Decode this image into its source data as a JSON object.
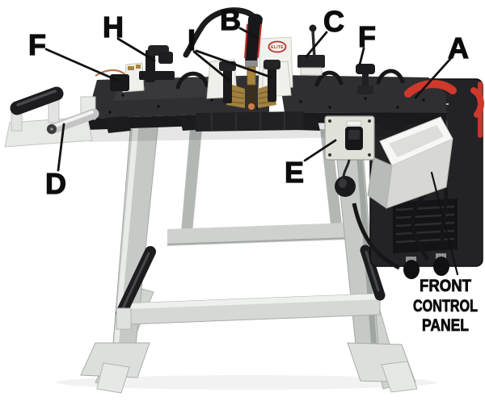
{
  "diagram": {
    "background_color": "#ffffff",
    "label_color": "#0c0c0c",
    "leader_color": "#121212",
    "accent_red": "#cf382a",
    "table_color": "#2f2f32",
    "stand_color": "#c7cac7",
    "brass_color": "#a18040",
    "brand_logo": {
      "text": "ELITE",
      "color": "#b5342c"
    },
    "callouts": {
      "a": {
        "label": "A"
      },
      "b": {
        "label": "B"
      },
      "c": {
        "label": "C"
      },
      "d": {
        "label": "D"
      },
      "e": {
        "label": "E"
      },
      "f_left": {
        "label": "F"
      },
      "f_right": {
        "label": "F"
      },
      "h": {
        "label": "H"
      },
      "i": {
        "label": "I"
      }
    },
    "front_control_panel_caption": {
      "line1": "FRONT",
      "line2": "CONTROL",
      "line3": "PANEL"
    }
  }
}
